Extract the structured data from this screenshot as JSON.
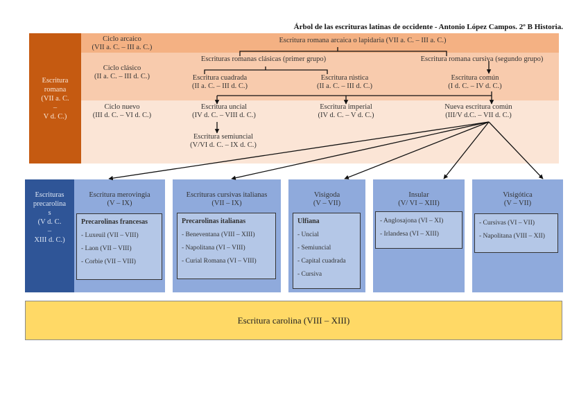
{
  "title": "Árbol de las escrituras latinas de occidente - Antonio López Campos. 2º B Historia.",
  "colors": {
    "roman_column": "#c55a11",
    "band_arcaico": "#f4b183",
    "band_clasico": "#f8cbad",
    "band_nuevo": "#fbe5d6",
    "precarolina_column": "#2f5597",
    "group_box": "#8faadc",
    "sub_box": "#b4c7e7",
    "carolina_box": "#ffd966"
  },
  "roman": {
    "lines": [
      "Escritura",
      "romana",
      "(VII a. C.",
      "–",
      "V d. C.)"
    ]
  },
  "cycles": {
    "arcaico": {
      "name": "Ciclo arcaico",
      "dates": "(VII a. C. – III a. C.)"
    },
    "clasico": {
      "name": "Ciclo clásico",
      "dates": "(II a. C. – III d. C.)"
    },
    "nuevo": {
      "name": "Ciclo nuevo",
      "dates": "(III d. C. – VI d. C.)"
    }
  },
  "nodes": {
    "arcaica": {
      "label": "Escritura romana arcaica o lapidaria (VII a. C. – III a. C.)"
    },
    "clasicas": {
      "label": "Escrituras romanas clásicas (primer grupo)"
    },
    "cursiva": {
      "label": "Escritura romana cursiva (segundo grupo)"
    },
    "cuadrada": {
      "name": "Escritura cuadrada",
      "dates": "(II a. C. – III d. C.)"
    },
    "rustica": {
      "name": "Escritura rústica",
      "dates": "(II a. C. – III d. C.)"
    },
    "comun": {
      "name": "Escritura común",
      "dates": "(I d. C. – IV d. C.)"
    },
    "uncial": {
      "name": "Escritura uncial",
      "dates": "(IV d. C. – VIII d. C.)"
    },
    "imperial": {
      "name": "Escritura imperial",
      "dates": "(IV d. C. – V d. C.)"
    },
    "nueva_comun": {
      "name": "Nueva escritura común",
      "dates": "(III/V d.C. – VII d. C.)"
    },
    "semiuncial": {
      "name": "Escritura semiuncial",
      "dates": "(V/VI d. C. – IX d. C.)"
    }
  },
  "precarolina": {
    "lines": [
      "Escrituras",
      "precarolina",
      "s",
      "(V d. C.",
      "–",
      "XIII d. C.)"
    ]
  },
  "groups": [
    {
      "name": "Escritura merovingia",
      "dates": "(V – IX)",
      "sub_title": "Precarolinas francesas",
      "items": [
        "- Luxeuil (VII – VIII)",
        "- Laon (VII – VIII)",
        "- Corbie (VII – VIII)"
      ]
    },
    {
      "name": "Escrituras cursivas italianas",
      "dates": "(VII – IX)",
      "sub_title": "Precarolinas italianas",
      "items": [
        "- Beneventana (VIII – XIII)",
        "- Napolitana (VI – VIII)",
        "- Curial Romana (VI – VIII)"
      ]
    },
    {
      "name": "Visigoda",
      "dates": "(V – VII)",
      "sub_title": "Ulfiana",
      "items": [
        "- Uncial",
        "- Semiuncial",
        "- Capital cuadrada",
        "- Cursiva"
      ]
    },
    {
      "name": "Insular",
      "dates": "(V/ VI – XIII)",
      "sub_title": "",
      "items": [
        "- Anglosajona (VI – XI)",
        "- Irlandesa (VI – XIII)"
      ]
    },
    {
      "name": "Visigótica",
      "dates": "(V – VII)",
      "sub_title": "",
      "items": [
        "- Cursivas (VI – VII)",
        "- Napolitana (VIII – XII)"
      ]
    }
  ],
  "carolina": {
    "label": "Escritura carolina (VIII – XIII)"
  }
}
